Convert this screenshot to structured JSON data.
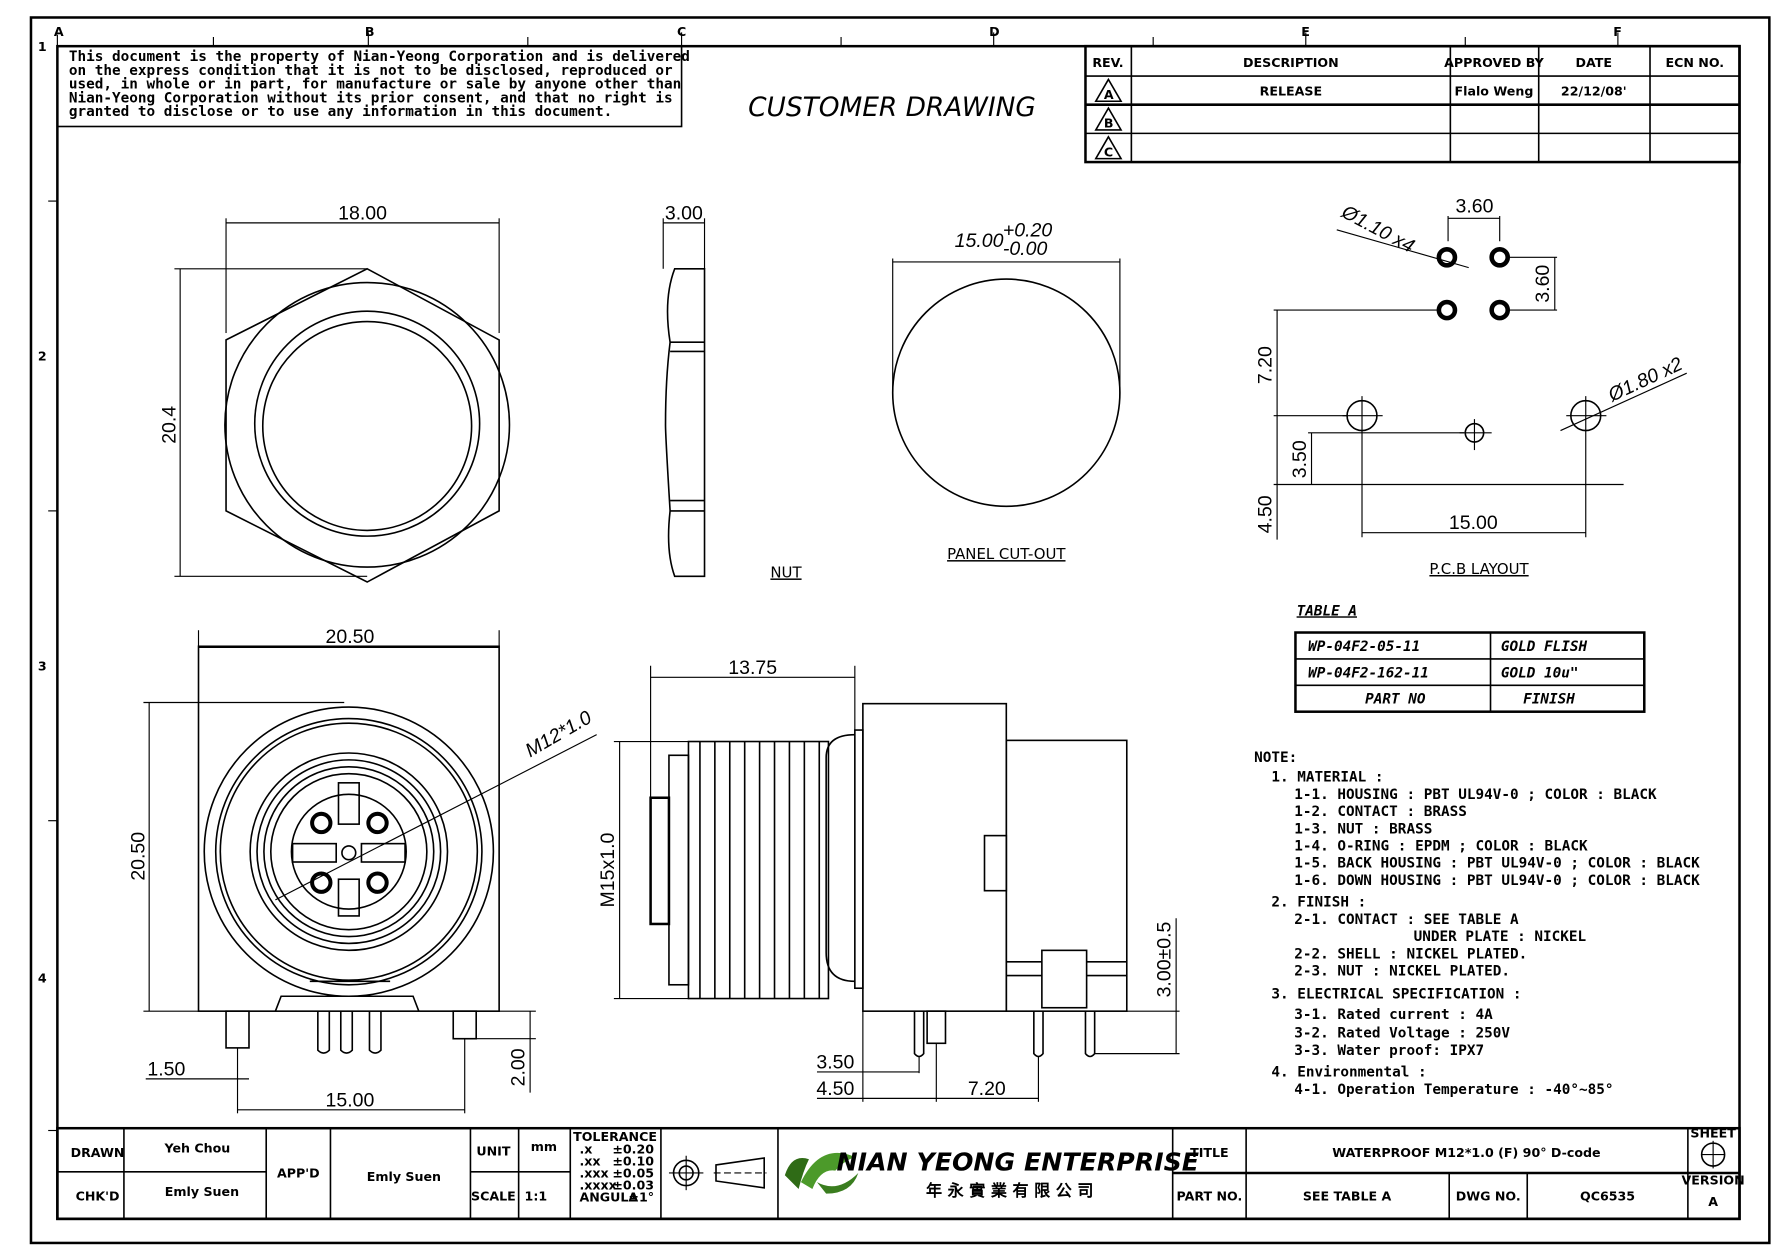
{
  "sheet": {
    "zone_columns": [
      "A",
      "B",
      "C",
      "D",
      "E",
      "F"
    ],
    "zone_rows": [
      "1",
      "2",
      "3",
      "4"
    ]
  },
  "disclaimer": [
    "This document is the property of Nian-Yeong Corporation and is delivered",
    "on  the  express condition that it is not to be disclosed, reproduced or",
    "used, in whole or in part, for manufacture or sale by anyone other than",
    "Nian-Yeong Corporation without  its prior consent, and that  no right  is",
    "granted to disclose or to use any information in this  document."
  ],
  "heading": "CUSTOMER  DRAWING",
  "revision_table": {
    "headers": [
      "REV.",
      "DESCRIPTION",
      "APPROVED BY",
      "DATE",
      "ECN NO."
    ],
    "rows": [
      {
        "rev": "A",
        "description": "RELEASE",
        "approved_by": "Flalo Weng",
        "date": "22/12/08'",
        "ecn": ""
      },
      {
        "rev": "B",
        "description": "",
        "approved_by": "",
        "date": "",
        "ecn": ""
      },
      {
        "rev": "C",
        "description": "",
        "approved_by": "",
        "date": "",
        "ecn": ""
      }
    ]
  },
  "views": {
    "nut_front": {
      "width_dim": "18.00",
      "height_dim": "20.4"
    },
    "nut_side": {
      "thickness_dim": "3.00",
      "label": "NUT"
    },
    "panel_cutout": {
      "dim_base": "15.00",
      "tol_plus": "+0.20",
      "tol_minus": "-0.00",
      "label": "PANEL CUT-OUT"
    },
    "pcb_layout": {
      "label": "P.C.B LAYOUT",
      "small_hole": "Ø1.10 x4",
      "large_hole": "Ø1.80 x2",
      "pitch_h": "3.60",
      "pitch_v": "3.60",
      "dim_720": "7.20",
      "dim_350": "3.50",
      "dim_450": "4.50",
      "dim_1500": "15.00"
    },
    "front_view": {
      "width_dim": "20.50",
      "height_dim": "20.50",
      "thread": "M12*1.0",
      "pin_dim": "1.50",
      "span_dim": "15.00",
      "standoff_dim": "2.00"
    },
    "side_view": {
      "length_dim": "13.75",
      "thread": "M15x1.0",
      "dim_350": "3.50",
      "dim_450": "4.50",
      "dim_720": "7.20",
      "pin_len": "3.00±0.5"
    }
  },
  "table_a": {
    "title": "TABLE  A",
    "rows": [
      {
        "part_no": "WP-04F2-05-11",
        "finish": "GOLD  FLISH"
      },
      {
        "part_no": "WP-04F2-162-11",
        "finish": "GOLD  10u\""
      }
    ],
    "headers": {
      "part_no": "PART  NO",
      "finish": "FINISH"
    }
  },
  "notes": {
    "title": "NOTE:",
    "lines": [
      {
        "indent": 1,
        "text": "1. MATERIAL :"
      },
      {
        "indent": 2,
        "text": "1-1. HOUSING : PBT UL94V-0 ; COLOR : BLACK"
      },
      {
        "indent": 2,
        "text": "1-2. CONTACT : BRASS"
      },
      {
        "indent": 2,
        "text": "1-3. NUT : BRASS"
      },
      {
        "indent": 2,
        "text": "1-4. O-RING : EPDM ; COLOR : BLACK"
      },
      {
        "indent": 2,
        "text": "1-5. BACK HOUSING : PBT UL94V-0 ; COLOR : BLACK"
      },
      {
        "indent": 2,
        "text": "1-6. DOWN HOUSING : PBT UL94V-0 ; COLOR : BLACK"
      },
      {
        "indent": 1,
        "text": "2. FINISH :"
      },
      {
        "indent": 2,
        "text": "2-1. CONTACT : SEE TABLE A"
      },
      {
        "indent": 3,
        "text": "UNDER PLATE : NICKEL"
      },
      {
        "indent": 2,
        "text": "2-2. SHELL : NICKEL PLATED."
      },
      {
        "indent": 2,
        "text": "2-3. NUT : NICKEL PLATED."
      },
      {
        "indent": 1,
        "text": "3. ELECTRICAL SPECIFICATION :"
      },
      {
        "indent": 2,
        "text": "3-1. Rated current : 4A"
      },
      {
        "indent": 2,
        "text": "3-2. Rated Voltage : 250V"
      },
      {
        "indent": 2,
        "text": "3-3. Water proof: IPX7"
      },
      {
        "indent": 1,
        "text": "4. Environmental :"
      },
      {
        "indent": 2,
        "text": "4-1. Operation Temperature : -40°~85°"
      }
    ]
  },
  "title_block": {
    "drawn_label": "DRAWN",
    "drawn_value": "Yeh Chou",
    "chkd_label": "CHK'D",
    "chkd_value": "Emly Suen",
    "appd_label": "APP'D",
    "appd_value": "Emly Suen",
    "unit_label": "UNIT",
    "unit_value": "mm",
    "scale_label": "SCALE",
    "scale_value": "1:1",
    "tolerance": {
      "title": "TOLERANCE",
      "rows": [
        {
          "k": ".x",
          "v": "±0.20"
        },
        {
          "k": ".xx",
          "v": "±0.10"
        },
        {
          "k": ".xxx",
          "v": "±0.05"
        },
        {
          "k": ".xxxx",
          "v": "±0.03"
        },
        {
          "k": "ANGULA",
          "v": "±1°"
        }
      ]
    },
    "company_name": "NIAN YEONG ENTERPRISE",
    "company_name_cn": "年 永 實 業 有 限 公 司",
    "brand_color": "#3a7d1f",
    "title_label": "TITLE",
    "title_value": "WATERPROOF M12*1.0 (F) 90° D-code",
    "part_label": "PART NO.",
    "part_value": "SEE TABLE A",
    "dwg_label": "DWG NO.",
    "dwg_value": "QC6535",
    "sheet_label": "SHEET",
    "version_label": "VERSION",
    "version_value": "A"
  }
}
